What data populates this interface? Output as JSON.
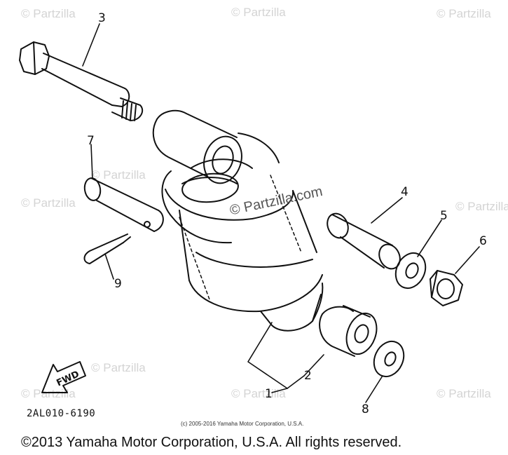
{
  "watermark_text": "© Partzilla",
  "watermark_inline": "© Partzilla.com",
  "fwd_label": "FWD",
  "drawing_code": "2AL010-6190",
  "small_copyright": "(c) 2005-2016 Yamaha Motor Corporation, U.S.A.",
  "footer_copyright": "©2013 Yamaha Motor Corporation, U.S.A. All rights reserved.",
  "callouts": {
    "c1": "1",
    "c2": "2",
    "c3": "3",
    "c4": "4",
    "c5": "5",
    "c6": "6",
    "c7": "7",
    "c8": "8",
    "c9": "9"
  }
}
